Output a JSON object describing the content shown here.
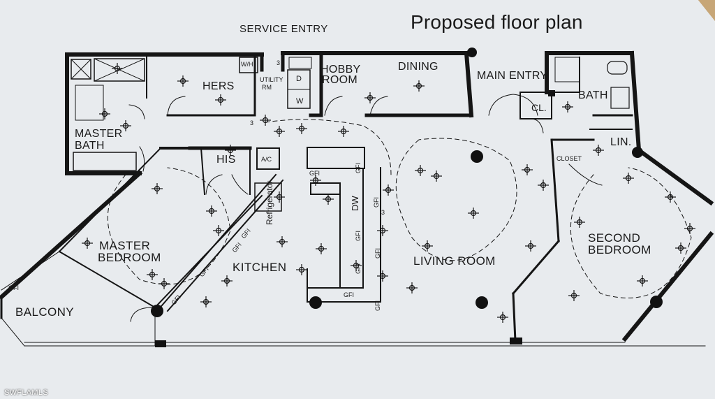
{
  "title": "Proposed floor plan",
  "top_note": "SERVICE ENTRY",
  "rooms": {
    "hers": "HERS",
    "wh": "W/H",
    "utility": "UTILITY",
    "utility_rm": "RM",
    "d": "D",
    "w": "W",
    "hobby_1": "HOBBY",
    "hobby_2": "ROOM",
    "dining": "DINING",
    "main_entry": "MAIN ENTRY",
    "bath": "BATH",
    "cl": "CL.",
    "lin": "LIN.",
    "master_bath_1": "MASTER",
    "master_bath_2": "BATH",
    "his": "HIS",
    "ac": "A/C",
    "closet": "CLOSET",
    "refrigerator": "Refrigerator",
    "dw": "DW",
    "master_bedroom_1": "MASTER",
    "master_bedroom_2": "BEDROOM",
    "kitchen": "KITCHEN",
    "living_room": "LIVING ROOM",
    "second_bedroom_1": "SECOND",
    "second_bedroom_2": "BEDROOM",
    "balcony": "BALCONY"
  },
  "outlets": {
    "gfi": "GFI",
    "three": "3"
  },
  "watermark": "SWFLAMLS",
  "colors": {
    "paper": "#e9ecef",
    "ink": "#161616",
    "desk": "#b99a6e"
  }
}
